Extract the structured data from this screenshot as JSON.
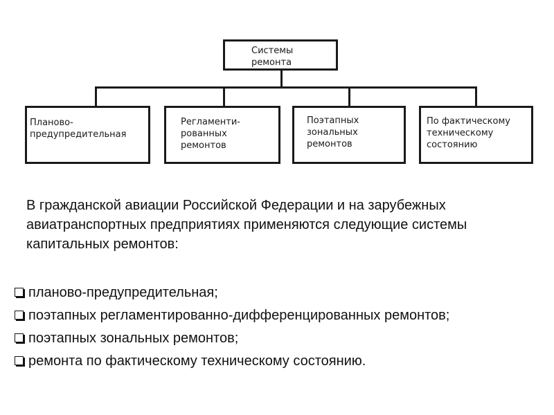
{
  "diagram": {
    "root": {
      "lines": [
        "Системы",
        "ремонта"
      ]
    },
    "children": [
      {
        "lines": [
          "Планово-",
          "предупредительная"
        ]
      },
      {
        "lines": [
          "Регламенти-",
          "рованных",
          "ремонтов"
        ]
      },
      {
        "lines": [
          "Поэтапных",
          "зональных",
          "ремонтов"
        ]
      },
      {
        "lines": [
          "По фактическому",
          "техническому",
          "состоянию"
        ]
      }
    ]
  },
  "text": {
    "paragraph": "В гражданской авиации Российской Федерации и на зарубежных авиатранспортных предприятиях применяются следующие системы капитальных ремонтов:",
    "bullets": [
      "планово-предупредительная;",
      "поэтапных  регламентированно-дифференцированных ремонтов;",
      "поэтапных зональных ремонтов;",
      "ремонта по фактическому техническому состоянию."
    ]
  }
}
